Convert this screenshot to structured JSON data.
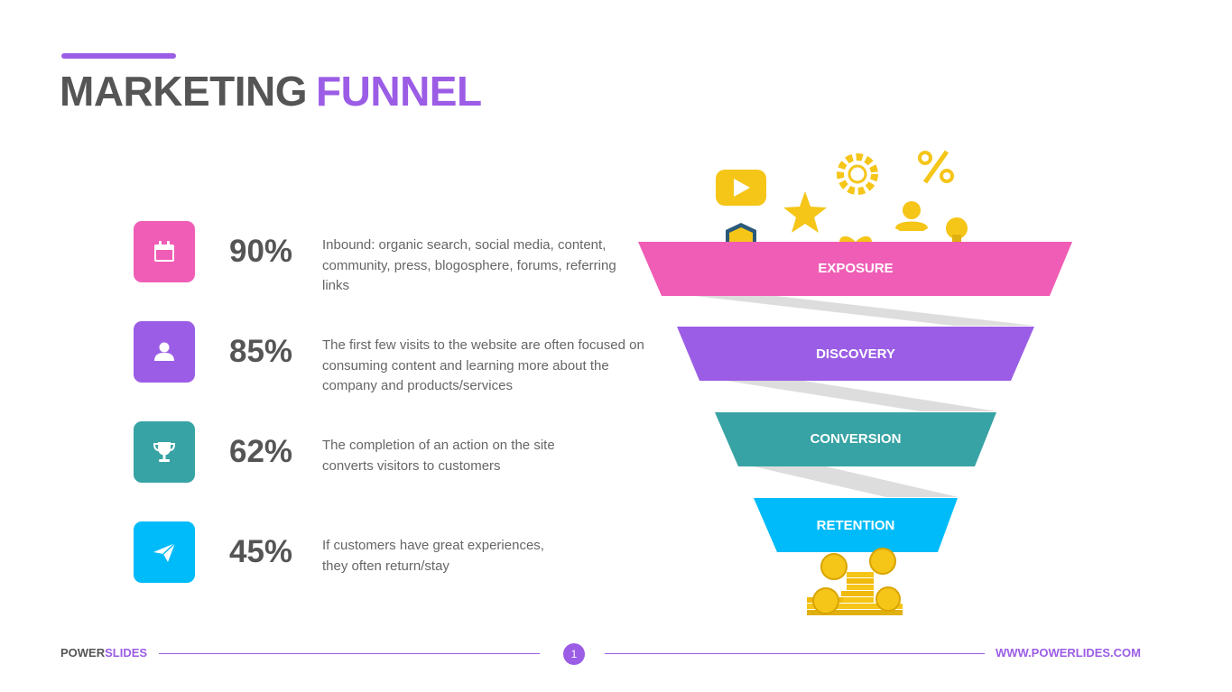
{
  "title": {
    "word1": "MARKETING",
    "word2": "FUNNEL"
  },
  "rows": [
    {
      "icon": "calendar-icon",
      "color": "#f05db6",
      "percent": "90%",
      "text": "Inbound: organic search, social media, content, community, press, blogosphere, forums, referring links"
    },
    {
      "icon": "user-icon",
      "color": "#9b5de5",
      "percent": "85%",
      "text": "The first few visits to the website are often focused on consuming content and learning more about the company and products/services"
    },
    {
      "icon": "trophy-icon",
      "color": "#38a3a5",
      "percent": "62%",
      "text": "The completion of an action on the site converts visitors to customers"
    },
    {
      "icon": "paper-plane-icon",
      "color": "#00bbf9",
      "percent": "45%",
      "text": "If customers have great experiences, they often return/stay"
    }
  ],
  "funnel": {
    "stages": [
      {
        "label": "EXPOSURE",
        "color": "#f05db6"
      },
      {
        "label": "DISCOVERY",
        "color": "#9b5de5"
      },
      {
        "label": "CONVERSION",
        "color": "#38a3a5"
      },
      {
        "label": "RETENTION",
        "color": "#00bbf9"
      }
    ],
    "connector_color": "#dddddd",
    "decor_color": "#f5c518"
  },
  "footer": {
    "brand_part1": "POWER",
    "brand_part2": "SLIDES",
    "page": "1",
    "url": "WWW.POWERLIDES.COM"
  }
}
